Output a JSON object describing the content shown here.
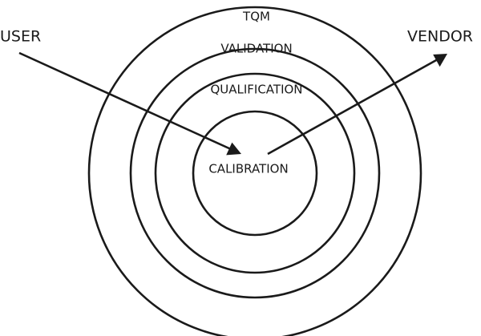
{
  "diagram": {
    "rings": [
      {
        "label": "TQM"
      },
      {
        "label": "VALIDATION"
      },
      {
        "label": "QUALIFICATION"
      },
      {
        "label": "CALIBRATION"
      }
    ],
    "user_label": "USER",
    "vendor_label": "VENDOR"
  }
}
